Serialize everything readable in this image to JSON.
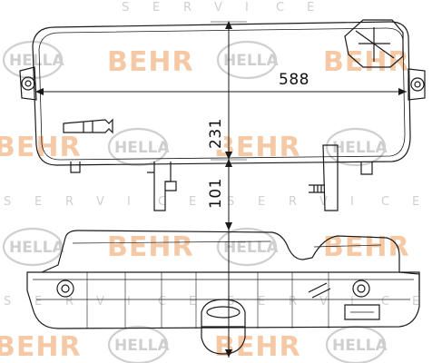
{
  "diagram": {
    "dimensions": {
      "width": "588",
      "height_upper": "231",
      "height_lower": "101"
    },
    "watermark": {
      "logo_a": "BEHR",
      "logo_b": "HELLA",
      "service_letters": [
        "S",
        "E",
        "R",
        "V",
        "I",
        "C",
        "E"
      ]
    },
    "colors": {
      "line": "#1a1a1a",
      "watermark_orange": "#f6c9a6",
      "watermark_gray": "#cfcfcf"
    }
  }
}
